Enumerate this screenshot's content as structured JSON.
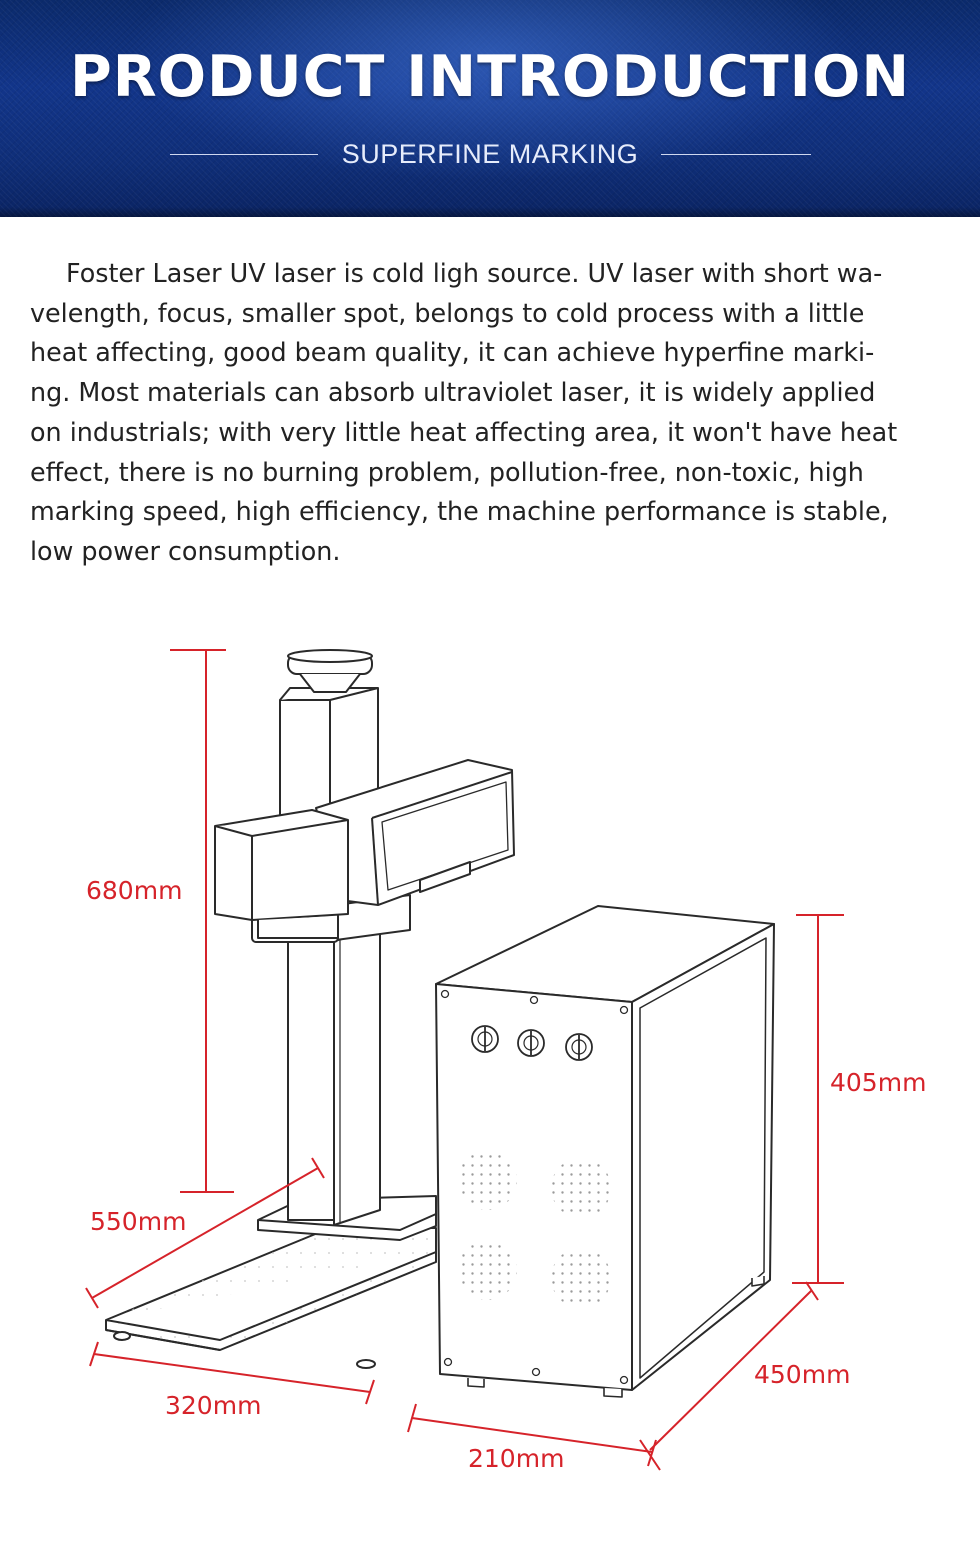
{
  "header": {
    "title": "PRODUCT INTRODUCTION",
    "subtitle": "SUPERFINE MARKING"
  },
  "intro": {
    "lines": [
      "Foster Laser UV laser is cold ligh source. UV laser with short wa-",
      "velength, focus, smaller spot, belongs to cold process with a little",
      "heat affecting, good beam quality, it can achieve hyperfine marki-",
      "ng. Most materials can absorb ultraviolet laser, it is widely applied",
      "on industrials; with very little heat affecting area, it won't have heat",
      "effect, there is no burning problem, pollution-free, non-toxic, high",
      "marking speed, high efficiency, the machine performance is stable,",
      "low power consumption."
    ]
  },
  "diagram": {
    "dimensions": {
      "marker_height": "680mm",
      "marker_base_depth": "550mm",
      "marker_base_width": "320mm",
      "cabinet_height": "405mm",
      "cabinet_depth": "450mm",
      "cabinet_width": "210mm"
    },
    "colors": {
      "dimension": "#d6232a",
      "outline": "#2a2a2a"
    }
  }
}
